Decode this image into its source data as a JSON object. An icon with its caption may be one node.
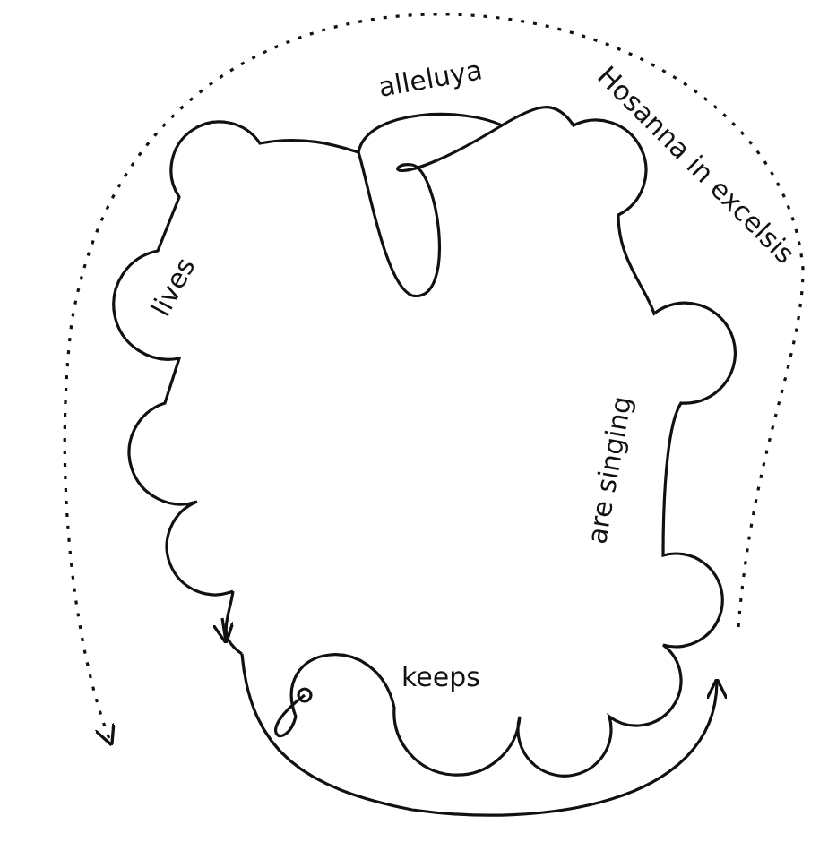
{
  "diagram": {
    "labels": [
      "Hosanna in excelsis",
      "alleluya",
      "lives",
      "are singing",
      "keeps"
    ]
  }
}
